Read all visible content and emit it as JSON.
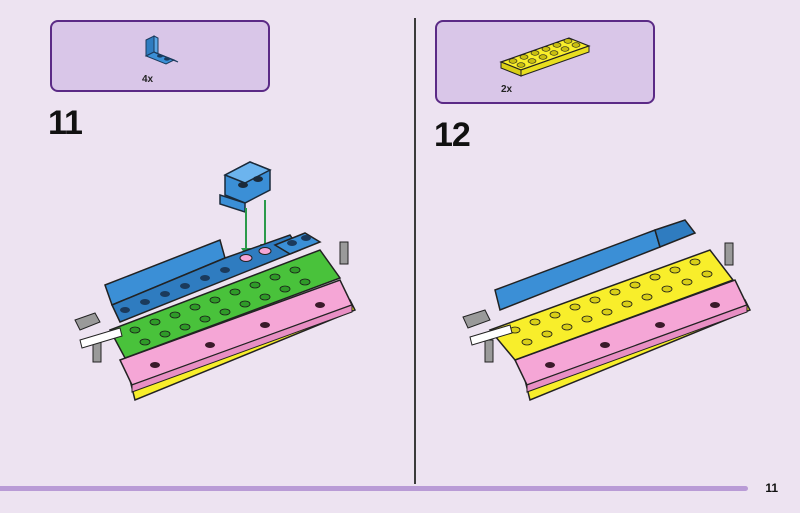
{
  "left_step": {
    "number": "11",
    "part_qty": "4x",
    "part_icon": "blue-bracket-brick-icon",
    "colors": {
      "blue": "#3b8fd6",
      "green": "#49c23b",
      "pink": "#f5a6d6",
      "yellow": "#f8ee2b",
      "gray": "#9a9a9a",
      "arrow": "#2b9a4a"
    }
  },
  "right_step": {
    "number": "12",
    "part_qty": "2x",
    "part_icon": "yellow-2x6-plate-icon",
    "colors": {
      "blue": "#3b8fd6",
      "yellow": "#f8ee2b",
      "pink": "#f5a6d6",
      "gray": "#9a9a9a"
    }
  },
  "page": {
    "number": "11",
    "background": "#ede3f1",
    "box_fill": "#d9c6e8",
    "box_border": "#5b2a86",
    "footer_bar": "#b99bd6"
  }
}
